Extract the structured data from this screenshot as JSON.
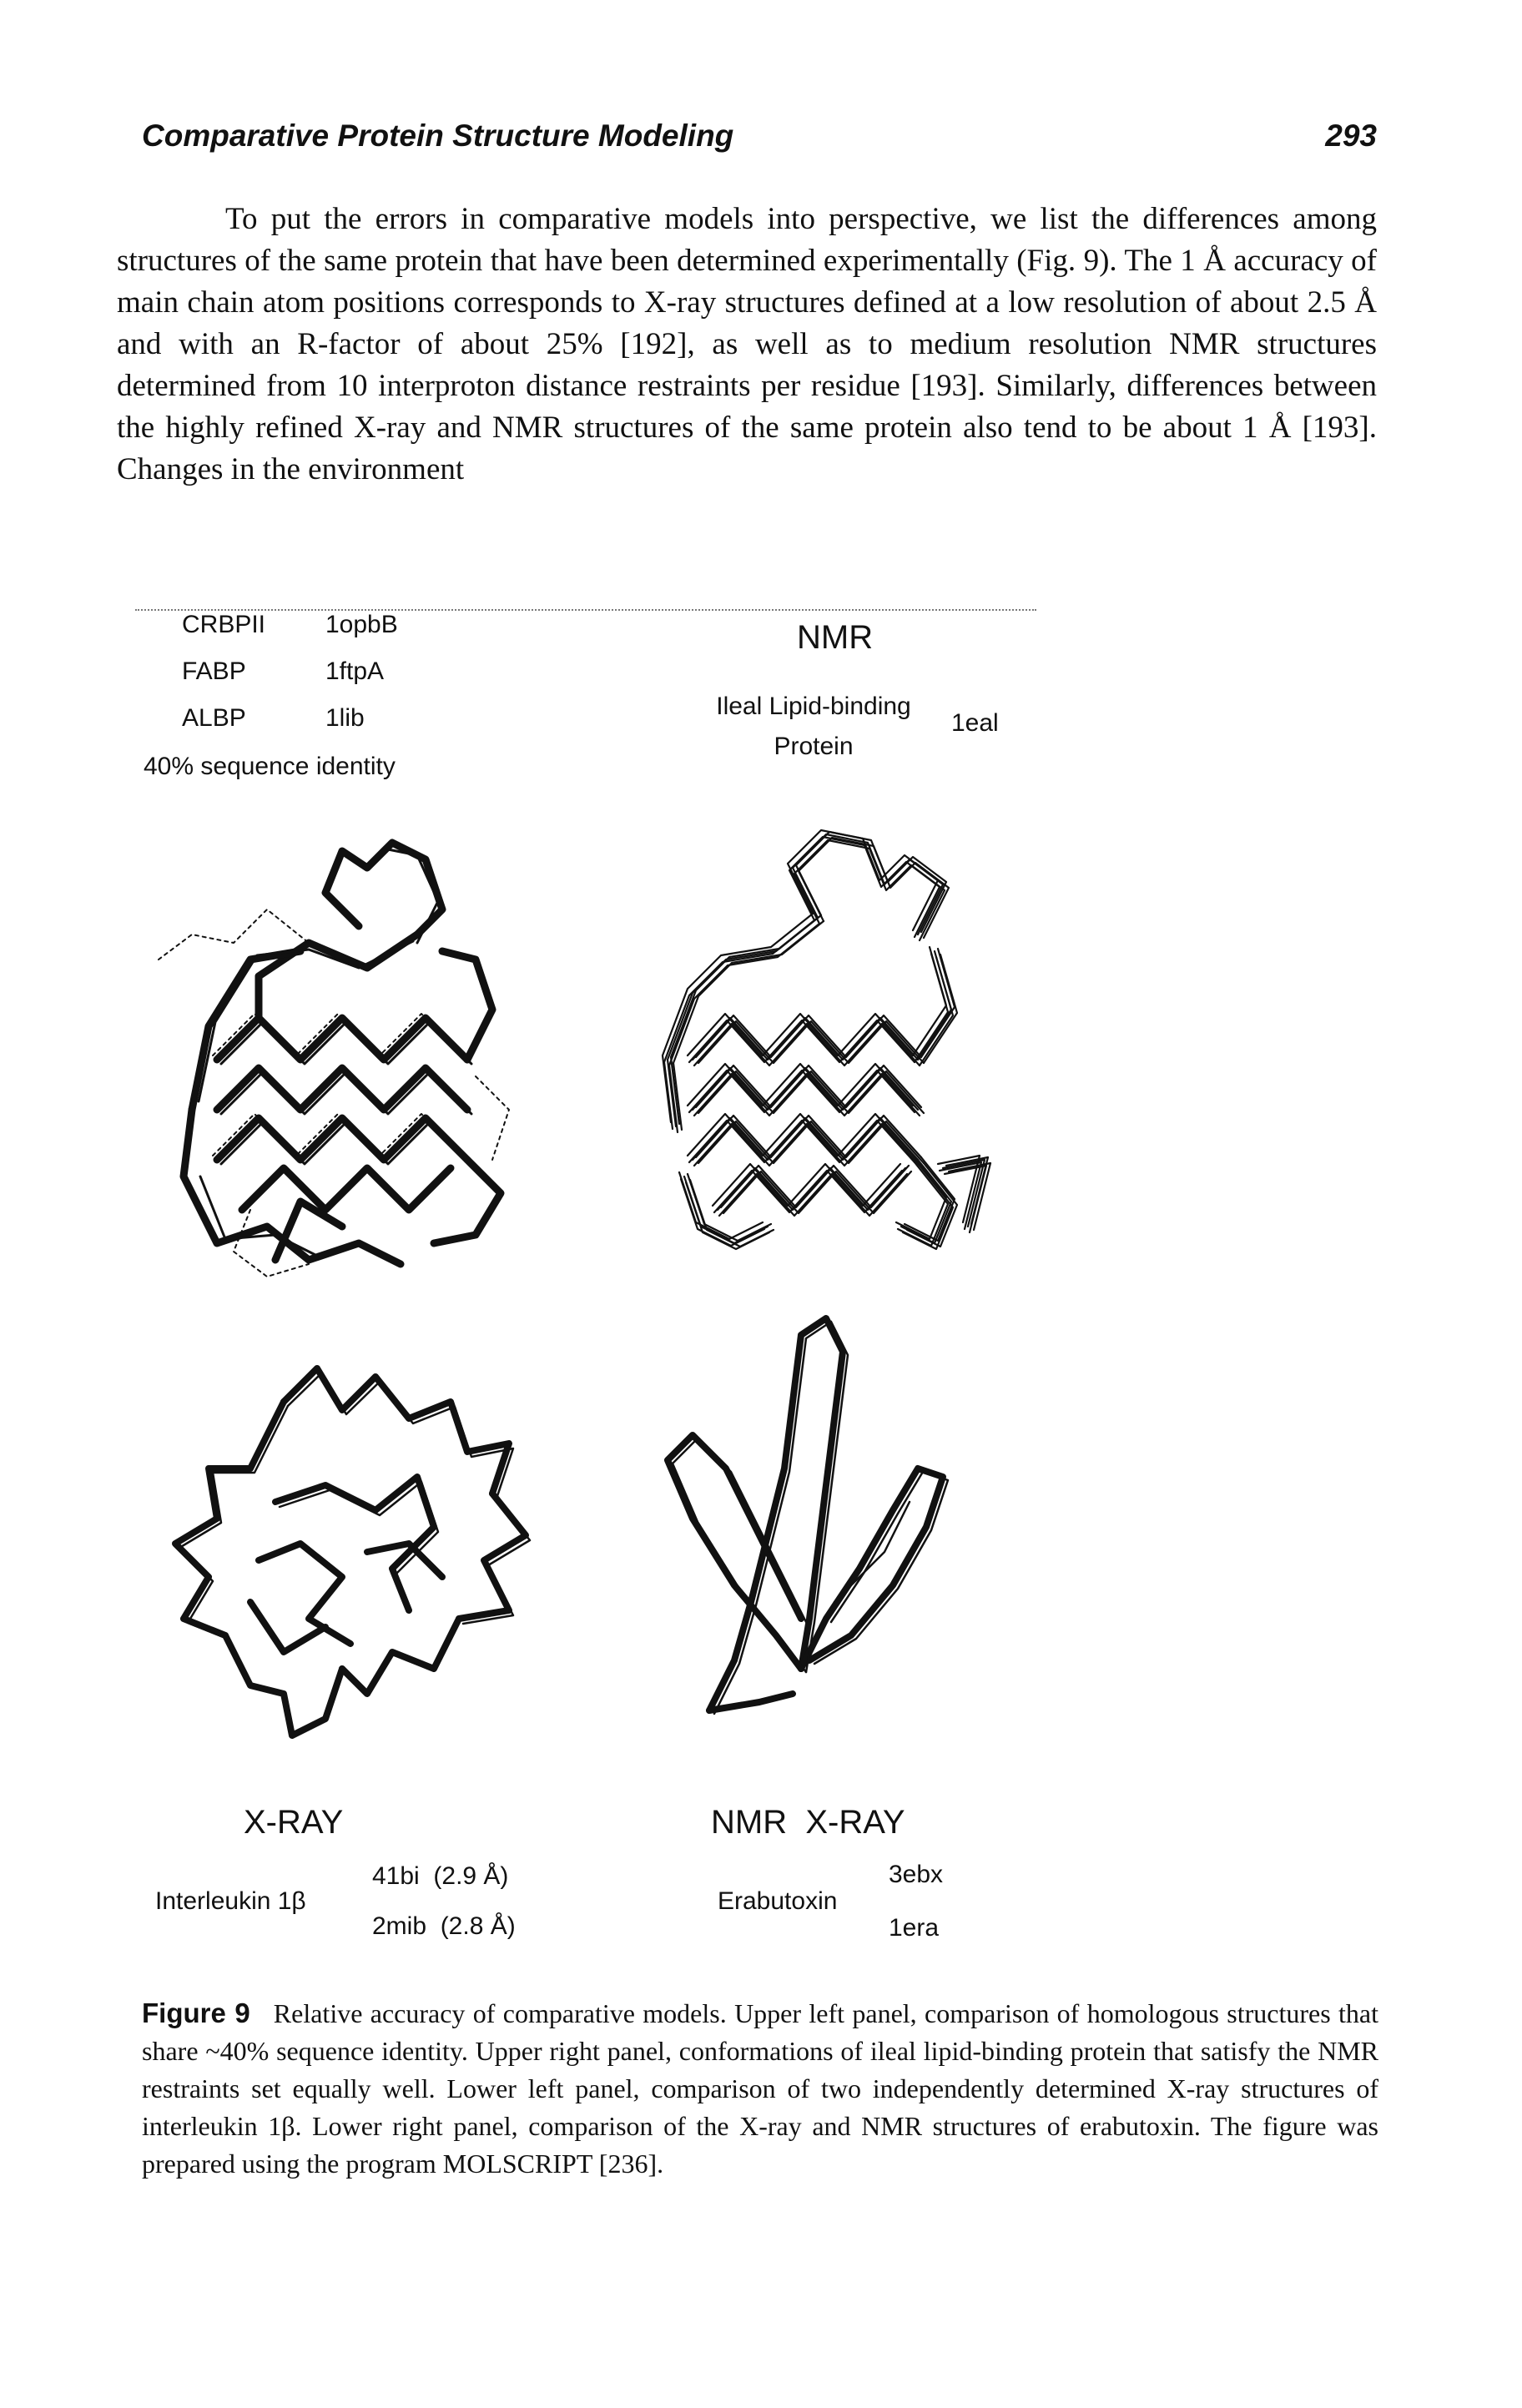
{
  "header": {
    "running_title": "Comparative Protein Structure Modeling",
    "page_number": "293"
  },
  "body_text": "To put the errors in comparative models into perspective, we list the differences among structures of the same protein that have been determined experimentally (Fig. 9). The 1 Å accuracy of main chain atom positions corresponds to X-ray structures defined at a low resolution of about 2.5 Å and with an R-factor of about 25% [192], as well as to medium resolution NMR structures determined from 10 interproton distance restraints per residue [193]. Similarly, differences between the highly refined X-ray and NMR structures of the same protein also tend to be about 1 Å [193]. Changes in the environment",
  "figure": {
    "upper_left": {
      "rows": [
        {
          "protein": "CRBPII",
          "code": "1opbB"
        },
        {
          "protein": "FABP",
          "code": "1ftpA"
        },
        {
          "protein": "ALBP",
          "code": "1lib"
        }
      ],
      "identity_label": "40% sequence identity"
    },
    "upper_right": {
      "method": "NMR",
      "protein_line1": "Ileal Lipid-binding",
      "protein_line2": "Protein",
      "code": "1eal"
    },
    "lower_left": {
      "method": "X-RAY",
      "protein": "Interleukin 1β",
      "entry1": "41bi  (2.9 Å)",
      "entry2": "2mib  (2.8 Å)"
    },
    "lower_right": {
      "method": "NMR  X-RAY",
      "protein": "Erabutoxin",
      "code1": "3ebx",
      "code2": "1era"
    }
  },
  "caption": {
    "label": "Figure 9",
    "text": "Relative accuracy of comparative models. Upper left panel, comparison of homologous structures that share ~40% sequence identity. Upper right panel, conformations of ileal lipid-binding protein that satisfy the NMR restraints set equally well. Lower left panel, comparison of two independently determined X-ray structures of interleukin 1β. Lower right panel, comparison of the X-ray and NMR structures of erabutoxin. The figure was prepared using the program MOLSCRIPT [236]."
  }
}
